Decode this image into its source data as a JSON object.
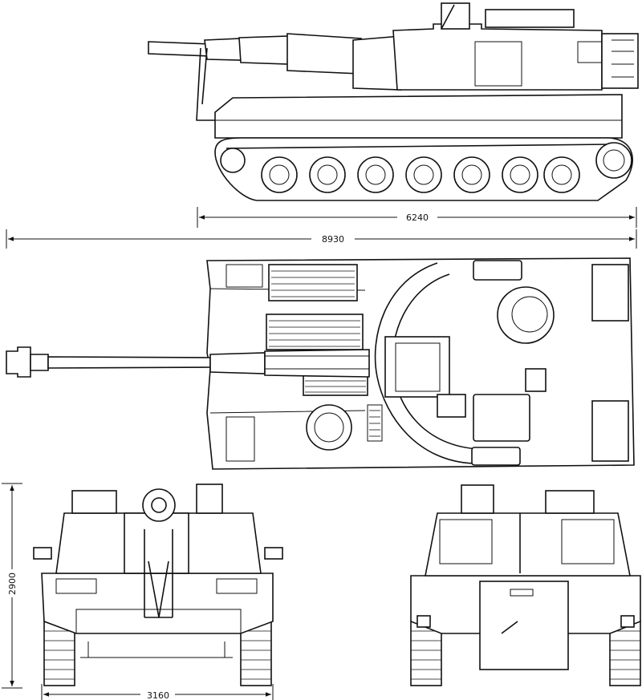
{
  "dimensions": {
    "hull_length": "6240",
    "overall_length": "8930",
    "height": "2900",
    "width": "3160"
  },
  "views": [
    "side-view",
    "top-view",
    "front-view",
    "rear-view"
  ]
}
